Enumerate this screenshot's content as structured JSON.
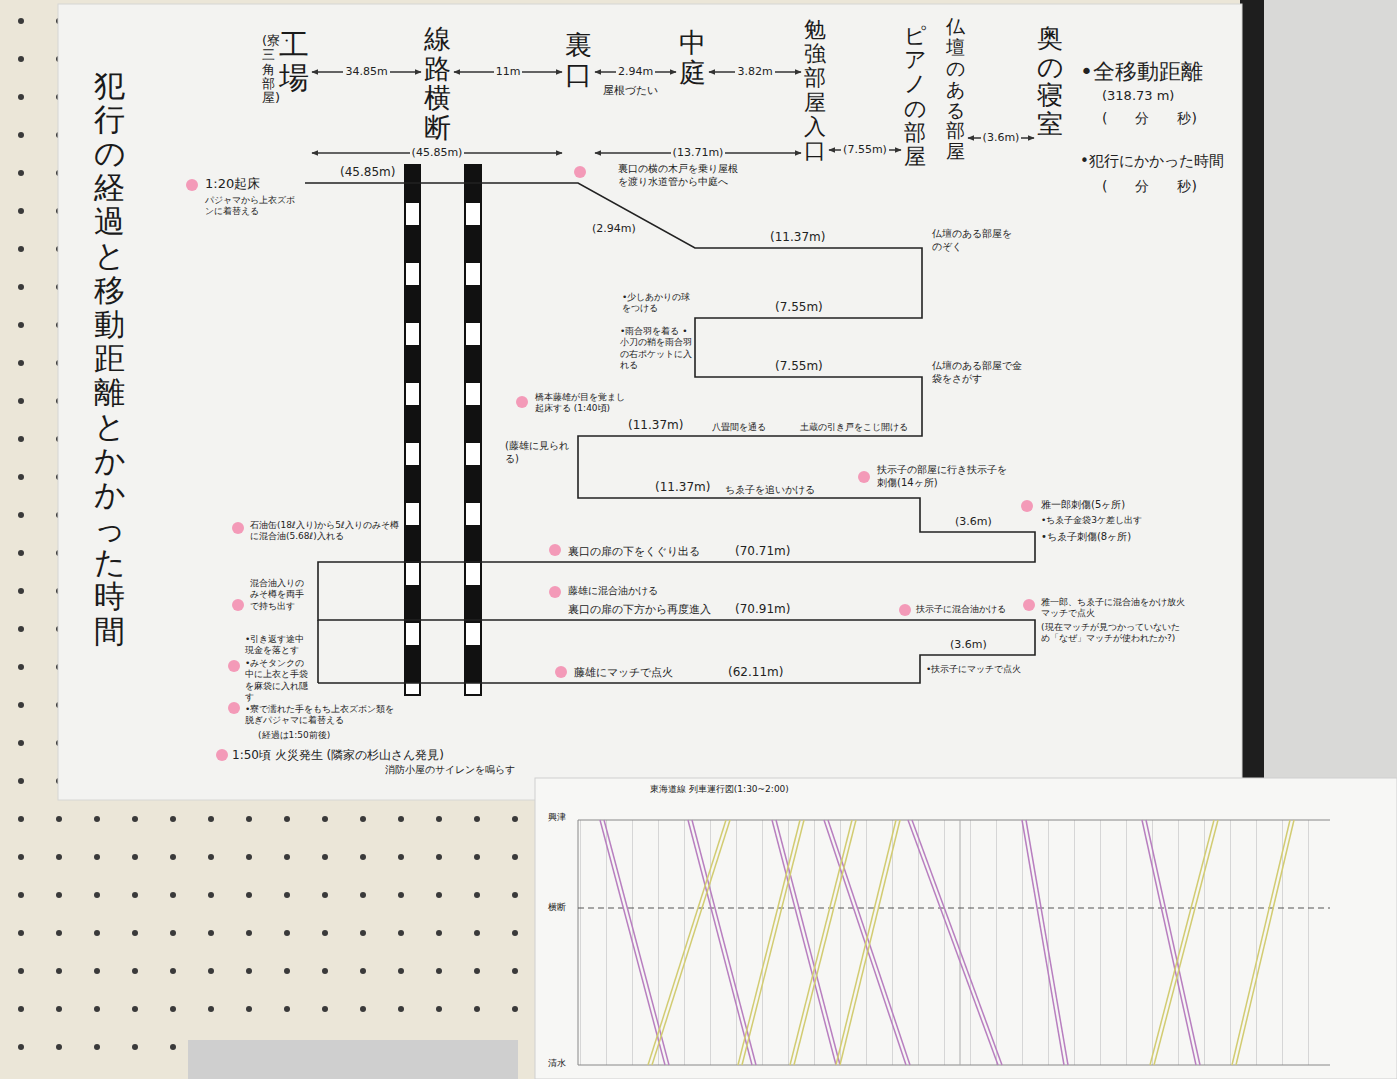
{
  "diagram": {
    "title": "犯行の経過と移動距離とかかった時間",
    "nodes": [
      {
        "text": [
          "工場",
          "(寮・三角部屋)"
        ]
      },
      {
        "text": [
          "線路横断"
        ]
      },
      {
        "text": [
          "裏口"
        ]
      },
      {
        "text": [
          "中庭"
        ]
      },
      {
        "text": [
          "勉強部屋入口"
        ]
      },
      {
        "text": [
          "ピアノの部屋"
        ]
      },
      {
        "text": [
          "仏壇のある部屋"
        ]
      },
      {
        "text": [
          "奥の寝室"
        ]
      }
    ],
    "edges": [
      {
        "from": 0,
        "to": 1,
        "label": "34.85m",
        "arrow": "both"
      },
      {
        "from": 1,
        "to": 2,
        "label": "11m",
        "arrow": "both"
      },
      {
        "from": 2,
        "to": 3,
        "label": "2.94m",
        "arrow": "both"
      },
      {
        "from": 3,
        "to": 4,
        "label": "3.82m",
        "arrow": "both"
      },
      {
        "from": 0,
        "to": 2,
        "label": "(45.85m)",
        "arrow": "both"
      },
      {
        "from": 2,
        "to": 4,
        "label": "(13.71m)",
        "arrow": "both"
      },
      {
        "from": 4,
        "to": 5,
        "label": "(7.55m)",
        "arrow": "both"
      },
      {
        "from": 6,
        "to": 7,
        "label": "(3.6m)",
        "arrow": "both"
      }
    ],
    "labels": [
      "屋根づたい",
      "(45.85m)",
      "1:20起床",
      "パジャマから上衣ズボンに着替える",
      "裏口の横の木戸を乗り屋根を渡り水道管から中庭へ",
      "(2.94m)",
      "(11.37m)",
      "仏壇のある部屋をのぞく",
      "•少しあかりの球をつける",
      "(7.55m)",
      "•雨合羽を着る •小刀の鞘を雨合羽の右ポケットに入れる",
      "(7.55m)",
      "仏壇のある部屋で金袋をさがす",
      "橋本藤雄が目を覚まし起床する (1:40頃)",
      "(藤雄に見られる)",
      "(11.37m)",
      "八畳間を通る",
      "土蔵の引き戸をこじ開ける",
      "(11.37m)",
      "ちゑ子を追いかける",
      "扶示子の部屋に行き扶示子を刺傷(14ヶ所)",
      "雅一郎刺傷(5ヶ所)",
      "•ちゑ子金袋3ケ差し出す",
      "•ちゑ子刺傷(8ヶ所)",
      "(3.6m)",
      "石油缶(18ℓ入り)から5ℓ入りのみそ樽に混合油(5.68ℓ)入れる",
      "裏口の扉の下をくぐり出る",
      "(70.71m)",
      "混合油入りのみそ樽を両手で持ち出す",
      "藤雄に混合油かける",
      "裏口の扉の下方から再度進入",
      "(70.91m)",
      "扶示子に混合油かける",
      "雅一郎、ちゑ子に混合油をかけ放火 マッチで点火",
      "(現在マッチが見つかっていないため「なぜ」マッチが使われたか?)",
      "(3.6m)",
      "•扶示子にマッチで点火",
      "藤雄にマッチで点火",
      "(62.11m)",
      "•引き返す途中 現金を落とす",
      "•みそタンクの中に上衣と手袋を麻袋に入れ隠す",
      "•寮で濡れた手をもち上衣ズボン類を脱ぎパジャマに着替える",
      "(経過は1:50前後)",
      "1:50頃 火災発生 (隣家の杉山さん発見)",
      "消防小屋のサイレンを鳴らす",
      "•全移動距離",
      "(318.73 m)",
      "(　　分　　秒)",
      "•犯行にかかった時間",
      "(　　分　　秒)",
      "東海道線 列車運行図(1:30~2:00)",
      "興津",
      "横断",
      "清水"
    ]
  }
}
